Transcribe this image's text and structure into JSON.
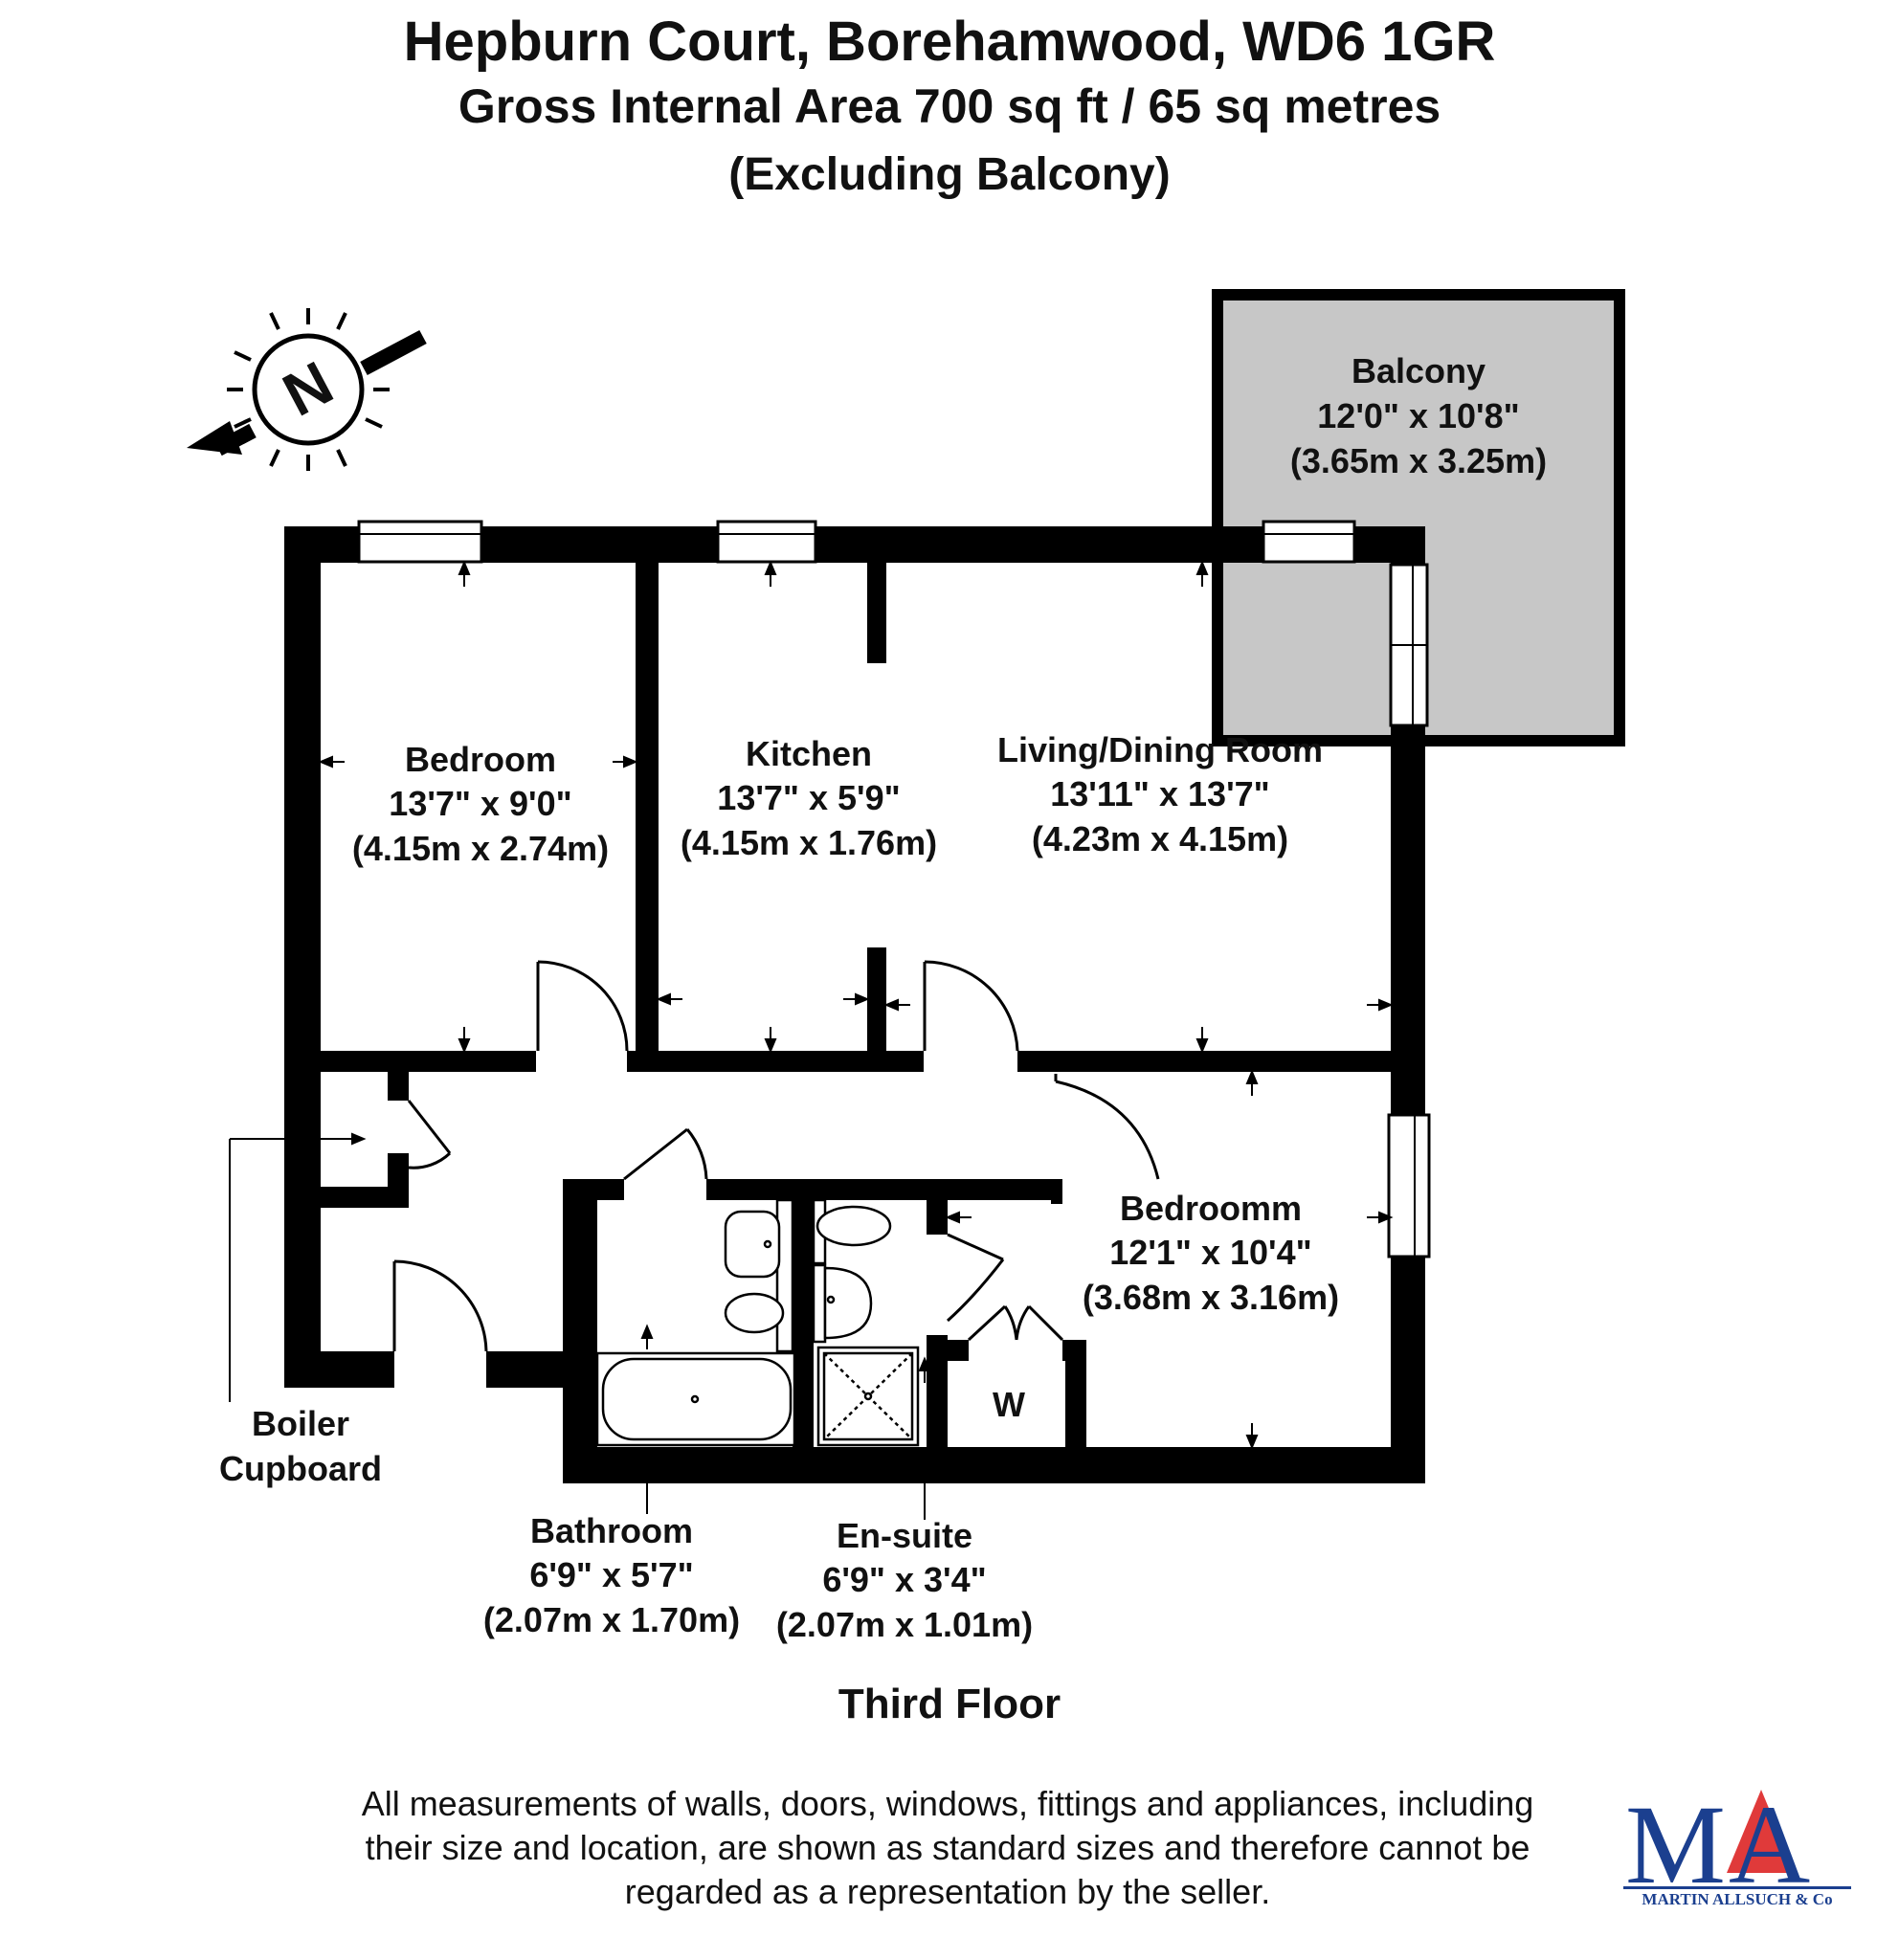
{
  "title": {
    "address": "Hepburn Court, Borehamwood, WD6 1GR",
    "area": "Gross Internal Area 700 sq ft / 65 sq metres",
    "note": "(Excluding Balcony)"
  },
  "compass": {
    "letter": "N",
    "icon": "north-compass-icon"
  },
  "rooms": {
    "balcony": {
      "name": "Balcony",
      "imperial": "12'0\" x 10'8\"",
      "metric": "(3.65m x 3.25m)"
    },
    "bedroom1": {
      "name": "Bedroom",
      "imperial": "13'7\" x 9'0\"",
      "metric": "(4.15m x 2.74m)"
    },
    "kitchen": {
      "name": "Kitchen",
      "imperial": "13'7\" x 5'9\"",
      "metric": "(4.15m x 1.76m)"
    },
    "living": {
      "name": "Living/Dining Room",
      "imperial": "13'11\" x 13'7\"",
      "metric": "(4.23m x 4.15m)"
    },
    "bedroom2": {
      "name": "Bedroomm",
      "imperial": "12'1\" x 10'4\"",
      "metric": "(3.68m x 3.16m)"
    },
    "bathroom": {
      "name": "Bathroom",
      "imperial": "6'9\" x 5'7\"",
      "metric": "(2.07m x 1.70m)"
    },
    "ensuite": {
      "name": "En-suite",
      "imperial": "6'9\" x 3'4\"",
      "metric": "(2.07m x 1.01m)"
    }
  },
  "labels": {
    "boiler_line1": "Boiler",
    "boiler_line2": "Cupboard",
    "wardrobe": "W",
    "floor": "Third Floor"
  },
  "disclaimer": {
    "line1": "All measurements of walls, doors, windows, fittings and appliances, including",
    "line2": "their size and location, are shown as standard sizes and therefore cannot be",
    "line3": "regarded as a representation by the seller."
  },
  "logo": {
    "letters": "MA",
    "company": "MARTIN ALLSUCH & Co",
    "colors": {
      "m": "#1b3f8f",
      "a": "#e03a3a"
    }
  },
  "colors": {
    "wall": "#000000",
    "balcony": "#c7c7c7"
  }
}
